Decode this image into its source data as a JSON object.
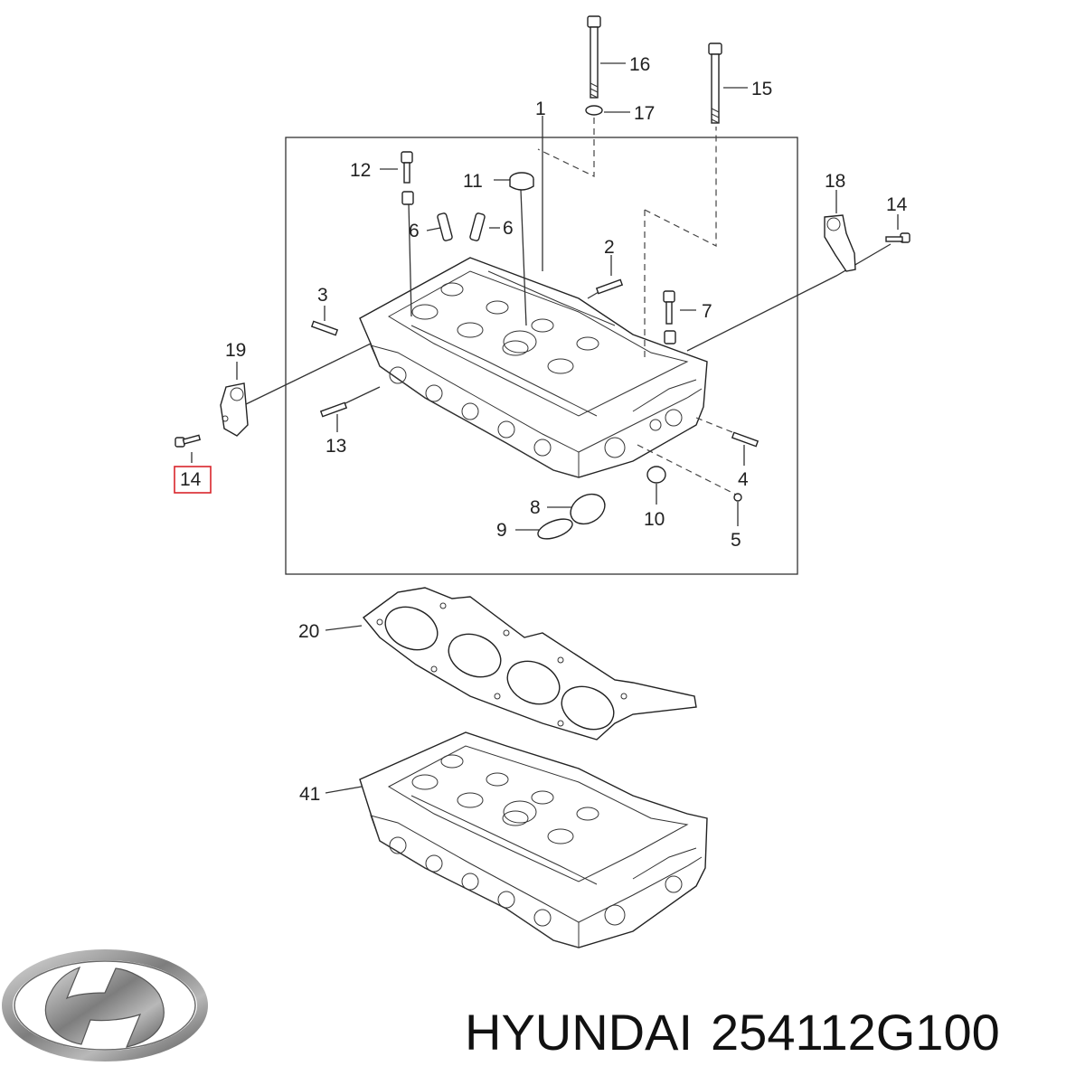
{
  "diagram": {
    "callouts": [
      {
        "id": "c1",
        "text": "1"
      },
      {
        "id": "c2",
        "text": "2"
      },
      {
        "id": "c3",
        "text": "3"
      },
      {
        "id": "c4",
        "text": "4"
      },
      {
        "id": "c5",
        "text": "5"
      },
      {
        "id": "c6a",
        "text": "6"
      },
      {
        "id": "c6b",
        "text": "6"
      },
      {
        "id": "c7",
        "text": "7"
      },
      {
        "id": "c8",
        "text": "8"
      },
      {
        "id": "c9",
        "text": "9"
      },
      {
        "id": "c10",
        "text": "10"
      },
      {
        "id": "c11",
        "text": "11"
      },
      {
        "id": "c12",
        "text": "12"
      },
      {
        "id": "c13",
        "text": "13"
      },
      {
        "id": "c14a",
        "text": "14"
      },
      {
        "id": "c14b",
        "text": "14"
      },
      {
        "id": "c15",
        "text": "15"
      },
      {
        "id": "c16",
        "text": "16"
      },
      {
        "id": "c17",
        "text": "17"
      },
      {
        "id": "c18",
        "text": "18"
      },
      {
        "id": "c19",
        "text": "19"
      },
      {
        "id": "c20",
        "text": "20"
      },
      {
        "id": "c41",
        "text": "41"
      }
    ],
    "highlighted_callout": "14",
    "highlight_color": "#d9252b"
  },
  "footer": {
    "brand": "HYUNDAI",
    "part_number": "254112G100",
    "logo_icon": "hyundai-logo-icon"
  }
}
